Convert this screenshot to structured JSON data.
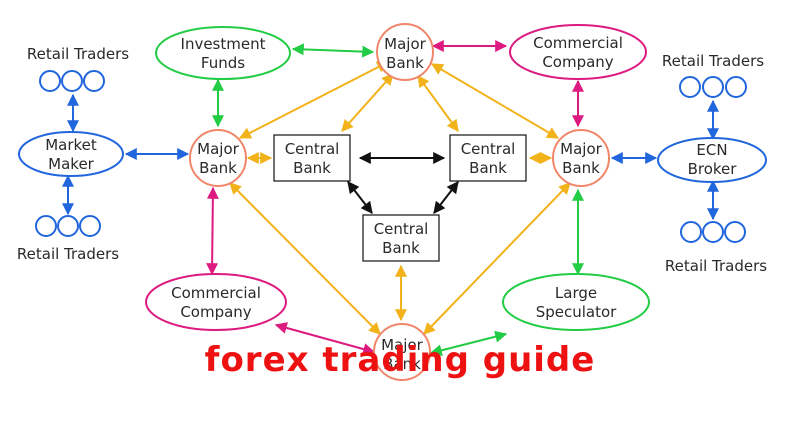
{
  "nodes": {
    "major_bank_top": [
      "Major",
      "Bank"
    ],
    "major_bank_left": [
      "Major",
      "Bank"
    ],
    "major_bank_right": [
      "Major",
      "Bank"
    ],
    "major_bank_bottom": [
      "Major",
      "Bank"
    ],
    "central_bank_left": [
      "Central",
      "Bank"
    ],
    "central_bank_right": [
      "Central",
      "Bank"
    ],
    "central_bank_bottom": [
      "Central",
      "Bank"
    ],
    "investment_funds": [
      "Investment",
      "Funds"
    ],
    "commercial_company_top": [
      "Commercial",
      "Company"
    ],
    "commercial_company_bottom": [
      "Commercial",
      "Company"
    ],
    "large_speculator": [
      "Large",
      "Speculator"
    ],
    "market_maker": [
      "Market",
      "Maker"
    ],
    "ecn_broker": [
      "ECN",
      "Broker"
    ],
    "retail_traders_top_left": "Retail Traders",
    "retail_traders_bottom_left": "Retail Traders",
    "retail_traders_top_right": "Retail Traders",
    "retail_traders_bottom_right": "Retail Traders"
  },
  "caption": "forex trading guide",
  "colors": {
    "major_bank_stroke": "#f0866a",
    "green": "#22cc44",
    "magenta": "#dd1a80",
    "blue": "#2266dd",
    "orange": "#f2b21a",
    "black": "#111111",
    "caption": "#ee1111"
  }
}
